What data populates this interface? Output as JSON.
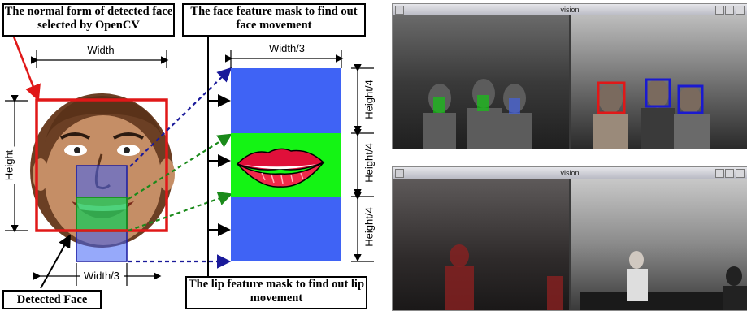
{
  "diagram": {
    "label_normal_form": "The normal form of detected face selected by OpenCV",
    "label_face_mask": "The face feature mask to find out face movement",
    "label_lip_mask": "The lip feature mask to find out lip movement",
    "label_detected_face": "Detected Face",
    "dim_width": "Width",
    "dim_height": "Height",
    "dim_width3_bottom": "Width/3",
    "dim_width3_top": "Width/3",
    "dim_height4_a": "Height/4",
    "dim_height4_b": "Height/4",
    "dim_height4_c": "Height/4"
  },
  "windows": [
    {
      "title": "vision"
    },
    {
      "title": "vision"
    }
  ],
  "colors": {
    "face_box": "#e01818",
    "mask_blue": "#3f63f5",
    "mask_green": "#14f414",
    "arrow_blue": "#1a1a9a",
    "arrow_green": "#1a8a1a"
  }
}
